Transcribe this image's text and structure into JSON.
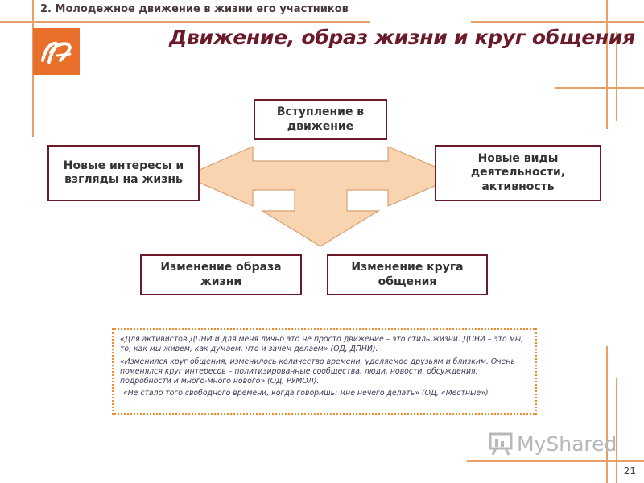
{
  "header": {
    "section_title": "2. Молодежное движение в жизни его участников",
    "main_title": "Движение,  образ жизни и круг общения"
  },
  "diagram": {
    "top": "Вступление в движение",
    "left": "Новые интересы и взгляды на жизнь",
    "right": "Новые виды деятельности, активность",
    "bottom_left": "Изменение образа жизни",
    "bottom_right": "Изменение круга общения"
  },
  "quotes": [
    "«Для активистов ДПНИ и для меня лично это не просто движение – это стиль жизни. ДПНИ – это мы, то, как мы живем, как думаем, что и зачем делаем» (ОД, ДПНИ).",
    "«Изменился круг общения, изменилось количество времени, уделяемое друзьям и близким. Очень поменялся круг интересов – политизированные сообщества, люди, новости, обсуждения, подробности и много-много нового» (ОД, РУМОЛ).",
    "«Не стало того свободного времени, когда говоришь: мне нечего делать» (ОД, «Местные»)."
  ],
  "watermark": "MyShared",
  "page_number": "21",
  "colors": {
    "accent_orange": "#e8702a",
    "title_color": "#6b1a2a",
    "arrow_fill": "#f8d4b0"
  }
}
